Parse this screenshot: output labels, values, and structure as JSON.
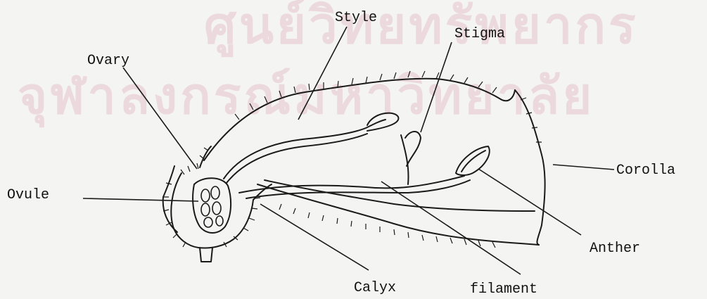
{
  "watermark": {
    "line1": "ศูนย์วิทยทรัพยากร",
    "line2": "จุฬาลงกรณ์มหาวิทยาลัย"
  },
  "labels": {
    "style": "Style",
    "stigma": "Stigma",
    "ovary": "Ovary",
    "corolla": "Corolla",
    "ovule": "Ovule",
    "anther": "Anther",
    "calyx": "Calyx",
    "filament": "filament"
  }
}
